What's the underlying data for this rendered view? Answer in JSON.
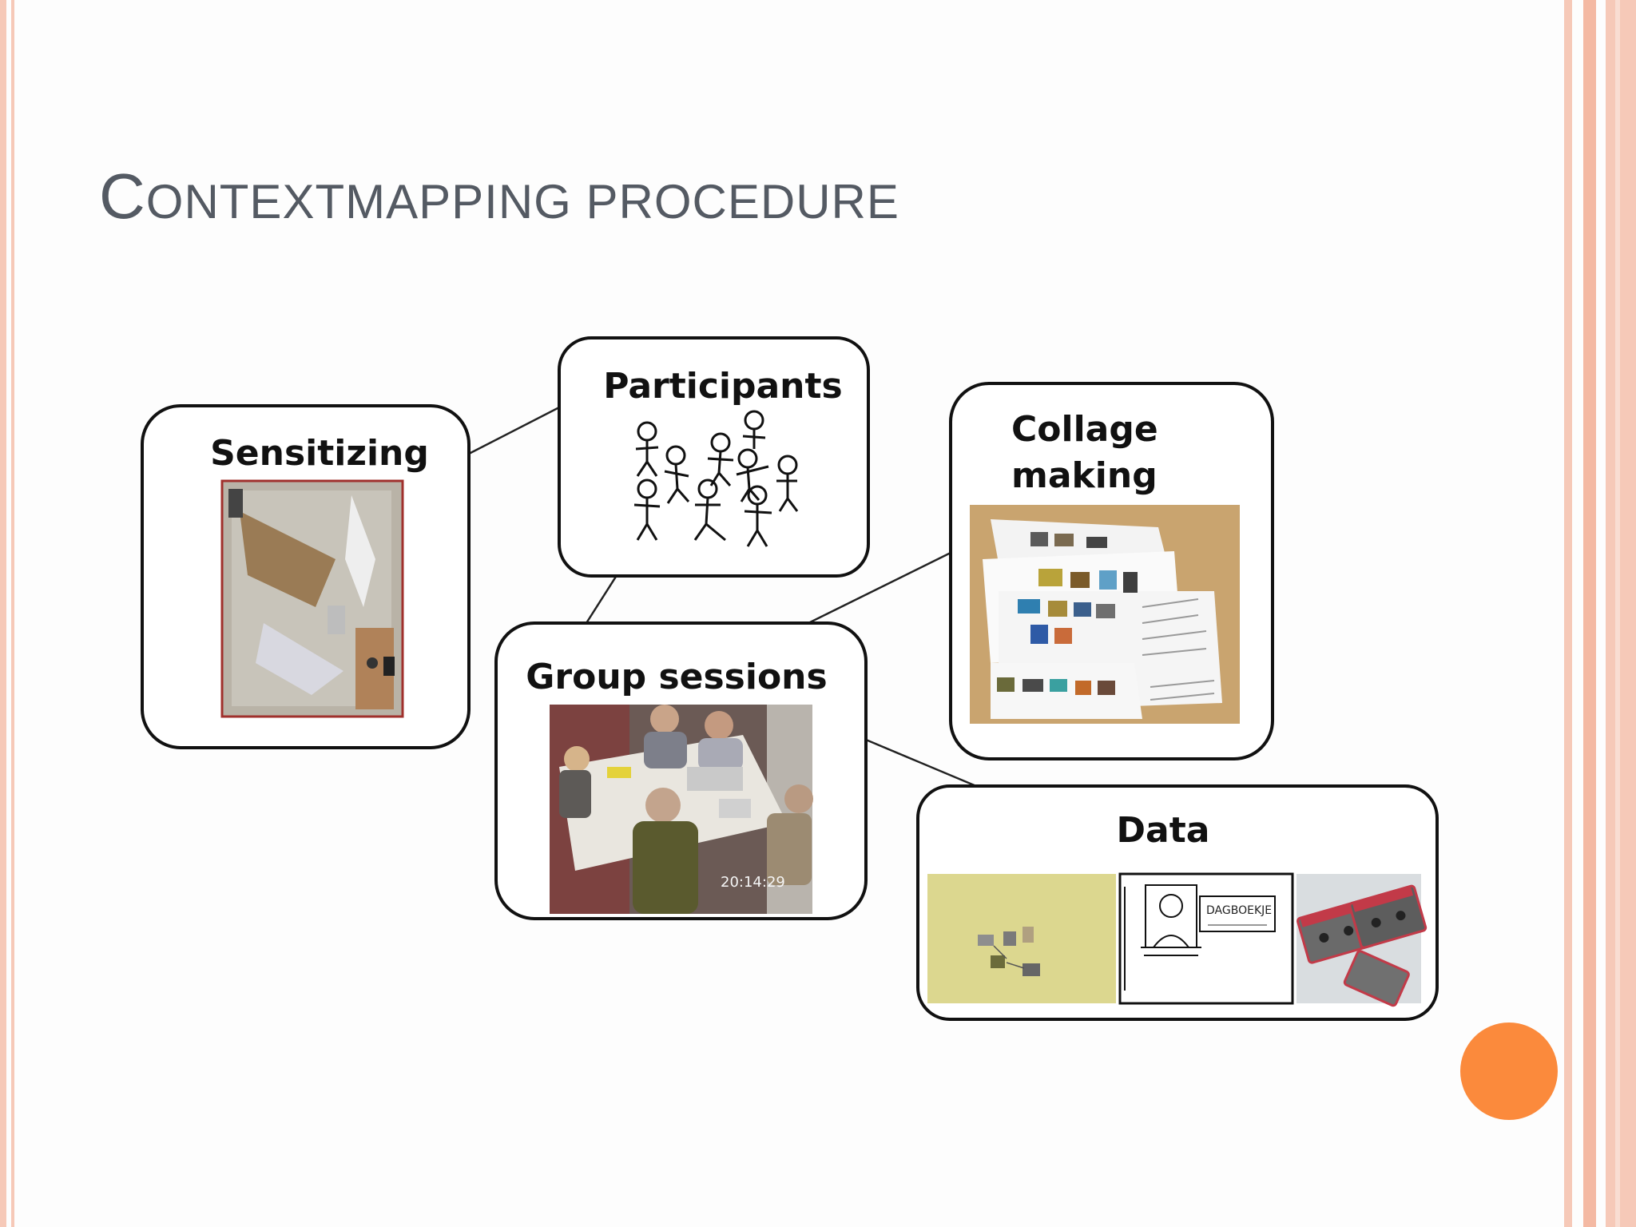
{
  "slide": {
    "title_first": "C",
    "title_rest": "ONTEXTMAPPING PROCEDURE",
    "accent_color": "#fb8a3c",
    "border_color": "#f6c9b8"
  },
  "diagram": {
    "nodes": {
      "sensitizing": "Sensitizing",
      "participants": "Participants",
      "collage_line1": "Collage",
      "collage_line2": "making",
      "group_sessions": "Group sessions",
      "data": "Data"
    },
    "photo_text": {
      "timestamp": "20:14:29",
      "diary": "DAGBOEKJE"
    }
  }
}
